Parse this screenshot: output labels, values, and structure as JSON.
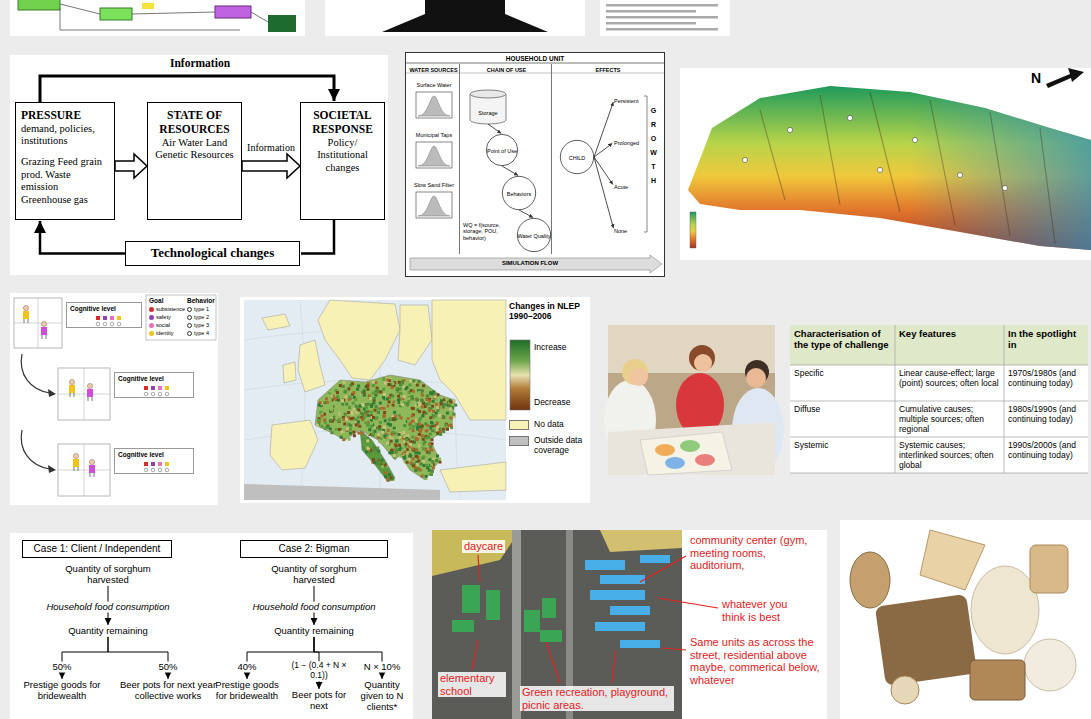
{
  "diagram": {
    "nodes": [
      {
        "text": [
          "PRESSURE",
          "demand, policies, institutions",
          "Grazing Feed grain prod. Waste emission Greenhouse gas"
        ]
      },
      {
        "text": [
          "STATE OF RESOURCES",
          "Air Water Land Genetic Resources"
        ]
      },
      {
        "text": [
          "SOCIETAL RESPONSE",
          "Policy/ Institutional changes"
        ]
      },
      {
        "text": [
          "Technological changes"
        ]
      },
      {
        "text": [
          "HOUSEHOLD UNIT"
        ]
      },
      {
        "text": [
          "WATER SOURCES"
        ],
        "in": 4
      },
      {
        "text": [
          "Surface Water"
        ],
        "in": 5
      },
      {
        "text": [
          "Municipal Taps"
        ],
        "in": 5
      },
      {
        "text": [
          "Slow Sand Filter"
        ],
        "in": 5
      },
      {
        "text": [
          "CHAIN OF USE"
        ],
        "in": 4
      },
      {
        "text": [
          "Storage"
        ],
        "in": 9
      },
      {
        "text": [
          "Point of Use"
        ],
        "in": 9
      },
      {
        "text": [
          "Behaviors"
        ],
        "in": 9
      },
      {
        "text": [
          "Water Quality"
        ],
        "in": 9
      },
      {
        "text": [
          "EFFECTS"
        ],
        "in": 4
      },
      {
        "text": [
          "CHILD"
        ],
        "in": 14
      },
      {
        "text": [
          "Persistent"
        ],
        "in": 14
      },
      {
        "text": [
          "Prolonged"
        ],
        "in": 14
      },
      {
        "text": [
          "Acute"
        ],
        "in": 14
      },
      {
        "text": [
          "None"
        ],
        "in": 14
      },
      {
        "text": [
          "Cognitive level"
        ]
      },
      {
        "text": [
          "Cognitive level"
        ]
      },
      {
        "text": [
          "Cognitive level"
        ]
      },
      {
        "text": [
          "Case 1: Client / Independent"
        ]
      },
      {
        "text": [
          "Quantity of sorghum harvested"
        ]
      },
      {
        "text": [
          "Quantity remaining"
        ]
      },
      {
        "text": [
          "Prestige goods for bridewealth"
        ]
      },
      {
        "text": [
          "Beer pots for next year collective works"
        ]
      },
      {
        "text": [
          "Case 2: Bigman"
        ]
      },
      {
        "text": [
          "Quantity of sorghum harvested"
        ]
      },
      {
        "text": [
          "Quantity remaining"
        ]
      },
      {
        "text": [
          "Prestige goods for bridewealth"
        ]
      },
      {
        "text": [
          "Beer pots for next"
        ]
      },
      {
        "text": [
          "Quantity given to N clients*"
        ]
      }
    ],
    "edges": [
      {
        "from": 0,
        "to": 1,
        "arrow": "to"
      },
      {
        "from": 1,
        "to": 2,
        "label": "Information",
        "arrow": "to"
      },
      {
        "from": 0,
        "to": 2,
        "label": "Information",
        "arrow": "to"
      },
      {
        "from": 2,
        "to": 3,
        "arrow": "none"
      },
      {
        "from": 3,
        "to": 0,
        "arrow": "to"
      },
      {
        "from": 10,
        "to": 11,
        "arrow": "to"
      },
      {
        "from": 11,
        "to": 12,
        "arrow": "to"
      },
      {
        "from": 12,
        "to": 13,
        "arrow": "to"
      },
      {
        "from": 15,
        "to": 16,
        "arrow": "to"
      },
      {
        "from": 15,
        "to": 17,
        "arrow": "to"
      },
      {
        "from": 15,
        "to": 18,
        "arrow": "to"
      },
      {
        "from": 15,
        "to": 19,
        "arrow": "to"
      },
      {
        "from": 24,
        "to": 25,
        "label": "Household food consumption",
        "arrow": "to"
      },
      {
        "from": 25,
        "to": 26,
        "label": "50%",
        "arrow": "to"
      },
      {
        "from": 25,
        "to": 27,
        "label": "50%",
        "arrow": "to"
      },
      {
        "from": 29,
        "to": 30,
        "label": "Household food consumption",
        "arrow": "to"
      },
      {
        "from": 30,
        "to": 31,
        "label": "40%",
        "arrow": "to"
      },
      {
        "from": 30,
        "to": 32,
        "label": "(1 − (0.4 + N × 0.1))",
        "arrow": "to"
      },
      {
        "from": 30,
        "to": 33,
        "label": "N × 10%",
        "arrow": "to"
      }
    ],
    "labels": [
      "WQ = f(source, storage, POU, behavior)",
      "GROWTH",
      "SIMULATION FLOW",
      "N",
      "Goal",
      "Behavior",
      "Changes in NLEP 1990–2006",
      "Increase",
      "Decrease",
      "Characterisation of the type of challenge",
      "Key features",
      "In the spotlight in",
      "Specific",
      "Linear cause-effect; large (point) sources; often local",
      "1970s/1980s (and continuing today)",
      "Diffuse",
      "Cumulative causes; multiple sources; often regional",
      "1980s/1990s (and continuing today)",
      "Systemic",
      "Systemic causes; interlinked sources; often global",
      "1990s/2000s (and continuing today)",
      "daycare",
      "community center (gym, meeting rooms, auditorium,",
      "whatever you think is best",
      "Same units as across the street, residential above maybe, commerical below, whatever",
      "elementary school",
      "Green recreation, playground, picnic areas."
    ],
    "legend": [
      {
        "text": "subsistence",
        "color": "#d62d2d"
      },
      {
        "text": "safety",
        "color": "#8e44ad"
      },
      {
        "text": "social",
        "color": "#e86fc0"
      },
      {
        "text": "identity",
        "color": "#f2c418"
      },
      {
        "text": "type 1"
      },
      {
        "text": "type 2"
      },
      {
        "text": "type 3"
      },
      {
        "text": "type 4"
      },
      {
        "text": "No data",
        "color": "#f7f1b5"
      },
      {
        "text": "Outside data coverage",
        "color": "#bfbfbf"
      }
    ]
  }
}
